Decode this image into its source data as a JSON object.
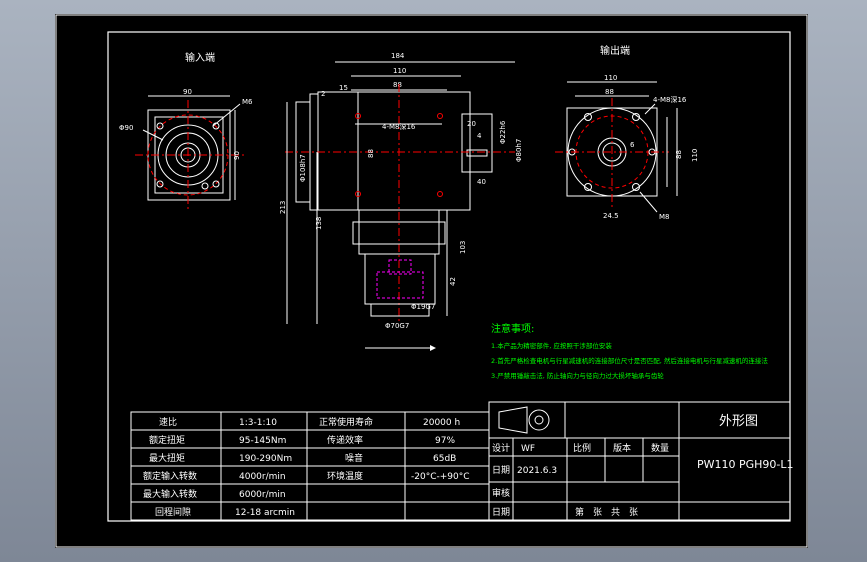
{
  "views": {
    "input_end_label": "输入端",
    "output_end_label": "输出端"
  },
  "input_view_dims": {
    "width": "90",
    "m6": "M6",
    "dia": "Φ90",
    "height": "90"
  },
  "side_view_dims": {
    "total_len": "184",
    "body_len": "110",
    "offset_a": "15",
    "left_gap": "2",
    "bolt_center": "88",
    "holes": "4-M8深16",
    "key_len": "20",
    "key_w": "4",
    "shaft_dia": "Φ22h6",
    "flange_dia": "Φ80h7",
    "shaft_len": "40",
    "center_h": "88",
    "body_dia": "Φ108h7",
    "total_h": "213",
    "lower_h": "138",
    "motor_h": "103",
    "motor_off": "42",
    "in_dia": "Φ19G7",
    "pilot_dia": "Φ70G7"
  },
  "output_view_dims": {
    "width": "110",
    "bolt_center": "88",
    "holes": "4-M8深16",
    "num_6": "6",
    "height_a": "88",
    "height_b": "110",
    "key_h": "24.5",
    "m8": "M8"
  },
  "notes": {
    "title": "注意事项:",
    "items": [
      "1.本产品为精密部件, 应按照干涉部位安装",
      "2.首先严格检查电机与行星减速机的连接部位尺寸是否匹配, 然后连接电机与行星减速机的连接法",
      "3.严禁用锤敲击法, 防止轴向力与径向力过大损坏轴承与齿轮"
    ]
  },
  "spec_table": {
    "rows": [
      {
        "k1": "速比",
        "v1": "1:3-1:10",
        "k2": "正常使用寿命",
        "v2": "20000 h"
      },
      {
        "k1": "额定扭矩",
        "v1": "95-145Nm",
        "k2": "传递效率",
        "v2": "97%"
      },
      {
        "k1": "最大扭矩",
        "v1": "190-290Nm",
        "k2": "噪音",
        "v2": "65dB"
      },
      {
        "k1": "额定输入转数",
        "v1": "4000r/min",
        "k2": "环境温度",
        "v2": "-20°C-+90°C"
      },
      {
        "k1": "最大输入转数",
        "v1": "6000r/min",
        "k2": "",
        "v2": ""
      },
      {
        "k1": "回程间隙",
        "v1": "12-18 arcmin",
        "k2": "",
        "v2": ""
      }
    ]
  },
  "title_block": {
    "drawing_name": "外形图",
    "model": "PW110 PGH90-L1",
    "design_label": "设计",
    "designer": "WF",
    "scale_label": "比例",
    "version_label": "版本",
    "qty_label": "数量",
    "date_label": "日期",
    "date_value": "2021.6.3",
    "review_label": "审核",
    "date_label2": "日期",
    "sheet_text": "第　张　共　张"
  },
  "colors": {
    "background": "#000000",
    "outline": "#ffffff",
    "center_line": "#ff0000",
    "hidden_line": "#ff00ff",
    "dimension": "#ffffff",
    "notes": "#00ff00"
  }
}
